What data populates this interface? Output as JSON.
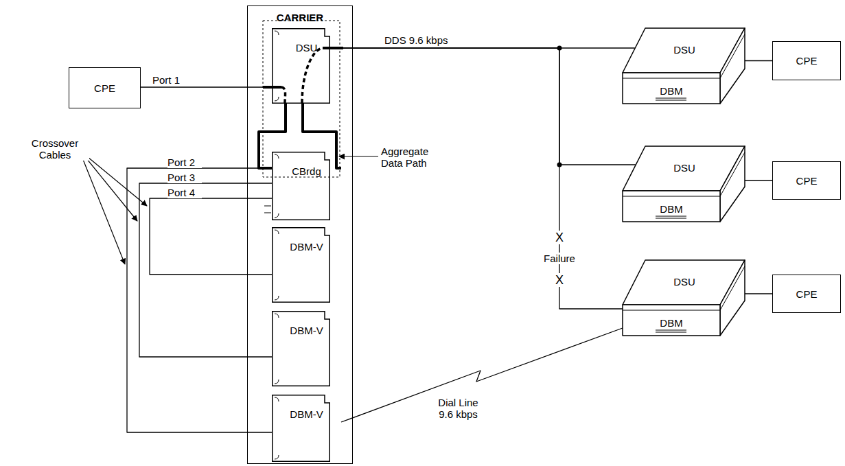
{
  "diagram": {
    "nodes": [
      {
        "text": [
          "CARRIER"
        ]
      },
      {
        "text": [
          "CPE"
        ]
      },
      {
        "text": [
          "DSU"
        ],
        "in": 0
      },
      {
        "text": [
          "CBrdg"
        ],
        "in": 0
      },
      {
        "text": [
          "DBM-V"
        ],
        "in": 0
      },
      {
        "text": [
          "DBM-V"
        ],
        "in": 0
      },
      {
        "text": [
          "DBM-V"
        ],
        "in": 0
      },
      {
        "text": [
          "DSU",
          "DBM"
        ]
      },
      {
        "text": [
          "CPE"
        ]
      },
      {
        "text": [
          "DSU",
          "DBM"
        ]
      },
      {
        "text": [
          "CPE"
        ]
      },
      {
        "text": [
          "DSU",
          "DBM"
        ]
      },
      {
        "text": [
          "CPE"
        ]
      }
    ],
    "edges": [
      {
        "from": 1,
        "to": 2,
        "label": "Port 1",
        "arrow": "none"
      },
      {
        "from": 2,
        "to": 7,
        "label": "DDS 9.6 kbps",
        "arrow": "none"
      },
      {
        "from": 2,
        "to": 9,
        "arrow": "none"
      },
      {
        "from": 2,
        "to": 11,
        "arrow": "none"
      },
      {
        "from": 7,
        "to": 8,
        "arrow": "none"
      },
      {
        "from": 9,
        "to": 10,
        "arrow": "none"
      },
      {
        "from": 11,
        "to": 12,
        "arrow": "none"
      },
      {
        "from": 2,
        "to": 3,
        "arrow": "none"
      },
      {
        "from": 2,
        "to": 3,
        "arrow": "none"
      },
      {
        "from": 3,
        "to": 6,
        "label": "Port 2",
        "arrow": "none"
      },
      {
        "from": 3,
        "to": 5,
        "label": "Port 3",
        "arrow": "none"
      },
      {
        "from": 3,
        "to": 4,
        "label": "Port 4",
        "arrow": "none"
      },
      {
        "from": 6,
        "to": 11,
        "label": "Dial Line 9.6 kbps",
        "arrow": "none"
      }
    ],
    "labels": [
      "Crossover Cables",
      "Aggregate Data Path",
      "X",
      "Failure",
      "X"
    ]
  }
}
